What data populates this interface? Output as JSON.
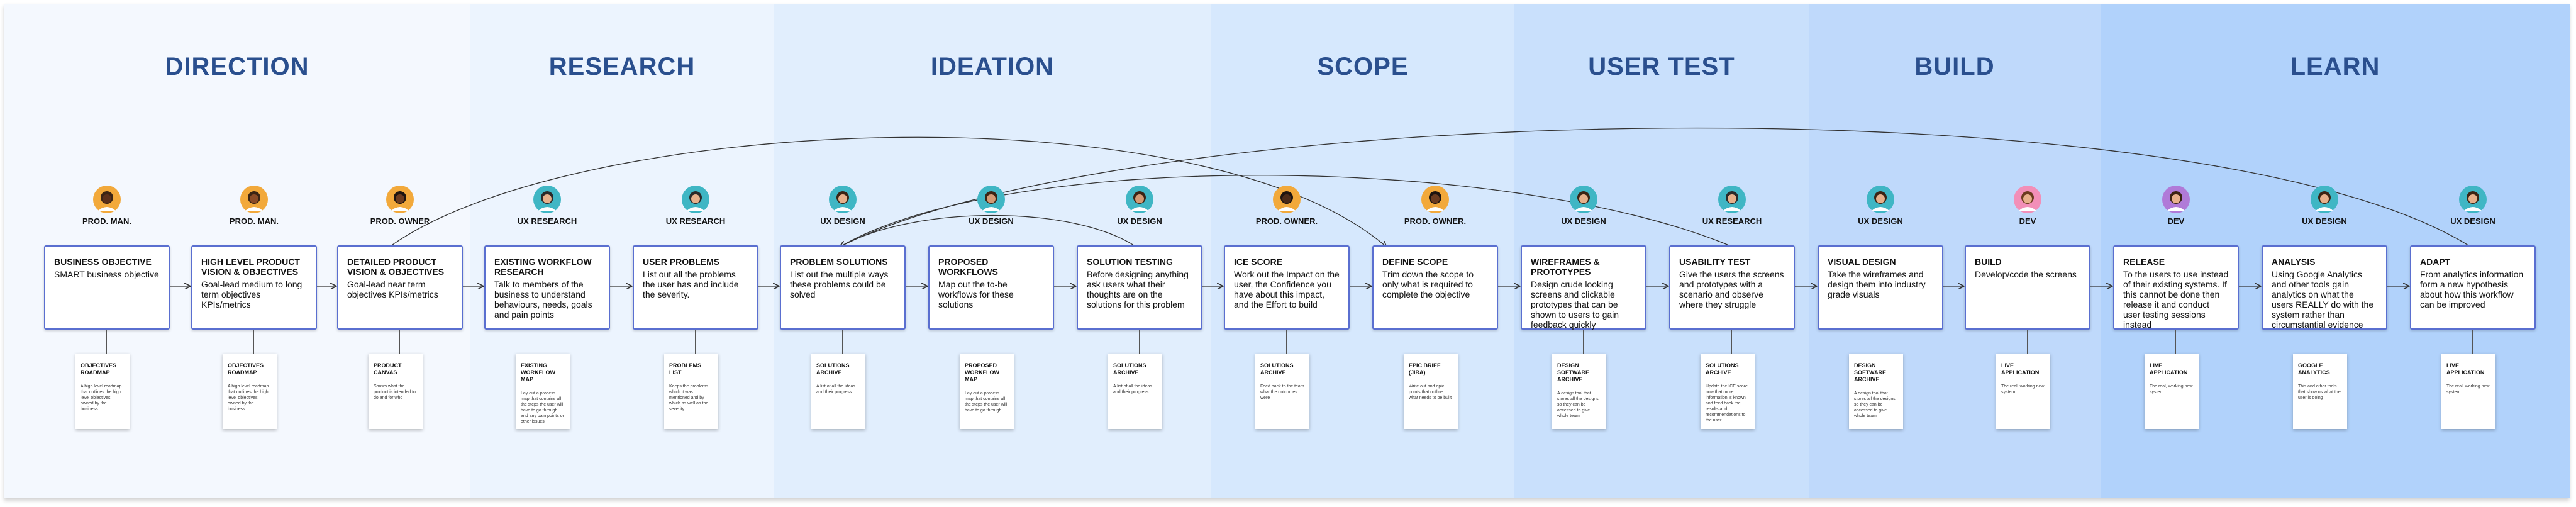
{
  "phases": [
    {
      "label": "DIRECTION",
      "bg": "#f4f8fe"
    },
    {
      "label": "RESEARCH",
      "bg": "#ecf4fe"
    },
    {
      "label": "IDEATION",
      "bg": "#e1eefd"
    },
    {
      "label": "SCOPE",
      "bg": "#d6e8fd"
    },
    {
      "label": "USER TEST",
      "bg": "#c9e0fc"
    },
    {
      "label": "BUILD",
      "bg": "#bfd9fb"
    },
    {
      "label": "LEARN",
      "bg": "#b1d2fb"
    }
  ],
  "steps": [
    {
      "role": "PROD. MAN.",
      "avatar": "avatar-orange-headwrap",
      "title": "BUSINESS OBJECTIVE",
      "text": "SMART business objective",
      "artifact_title": "Objectives Roadmap",
      "artifact_desc": "A high level roadmap that outlines the high level objectives owned by the business"
    },
    {
      "role": "PROD. MAN.",
      "avatar": "avatar-orange-beard",
      "title": "HIGH LEVEL PRODUCT VISION & OBJECTIVES",
      "text": "Goal-lead medium to long term objectives KPIs/metrics",
      "artifact_title": "Objectives Roadmap",
      "artifact_desc": "A high level roadmap that outlines the high level objectives owned by the business"
    },
    {
      "role": "PROD. OWNER",
      "avatar": "avatar-orange-curly",
      "title": "DETAILED PRODUCT VISION & OBJECTIVES",
      "text": "Goal-lead near term objectives KPIs/metrics",
      "artifact_title": "Product canvas",
      "artifact_desc": "Shows what the product is intended to do and for who"
    },
    {
      "role": "UX RESEARCH",
      "avatar": "avatar-teal-woman",
      "title": "EXISTING WORKFLOW RESEARCH",
      "text": "Talk to members of the business to understand behaviours, needs, goals and pain points",
      "artifact_title": "EXISTING WORKFLOW MAP",
      "artifact_desc": "Lay out a process map that contains all the steps the user will have to go through and any pain points or other issues"
    },
    {
      "role": "UX RESEARCH",
      "avatar": "avatar-teal-woman",
      "title": "USER PROBLEMS",
      "text": "List out all the problems the user has and include the severity.",
      "artifact_title": "PROBLEMS LIST",
      "artifact_desc": "Keeps the problems which it was mentioned and by which as well as the severity"
    },
    {
      "role": "UX DESIGN",
      "avatar": "avatar-teal-man",
      "title": "PROBLEM SOLUTIONS",
      "text": "List out the multiple ways these problems could be solved",
      "artifact_title": "SOLUTIONS ARCHIVE",
      "artifact_desc": "A list of all the ideas and their progress"
    },
    {
      "role": "UX DESIGN",
      "avatar": "avatar-teal-beard",
      "title": "PROPOSED WORKFLOWS",
      "text": "Map out the to-be workflows for these solutions",
      "artifact_title": "PROPOSED WORKFLOW MAP",
      "artifact_desc": "Lay out a process map that contains all the steps the user will have to go through"
    },
    {
      "role": "UX DESIGN",
      "avatar": "avatar-teal-beard",
      "title": "SOLUTION TESTING",
      "text": "Before designing anything ask users what their thoughts are on the solutions for this problem",
      "artifact_title": "SOLUTIONS ARCHIVE",
      "artifact_desc": "A list of all the ideas and their progress"
    },
    {
      "role": "PROD. OWNER.",
      "avatar": "avatar-orange-curly2",
      "title": "ICE SCORE",
      "text": "Work out the Impact on the user, the Confidence you have about this impact, and the Effort to build",
      "artifact_title": "SOLUTIONS ARCHIVE",
      "artifact_desc": "Feed back to the team what the outcomes were"
    },
    {
      "role": "PROD. OWNER.",
      "avatar": "avatar-orange-curly",
      "title": "DEFINE SCOPE",
      "text": "Trim down the scope to only what is required to complete the objective",
      "artifact_title": "EPIC BRIEF (JIRA)",
      "artifact_desc": "Write out and epic points that outline what needs to be built"
    },
    {
      "role": "UX DESIGN",
      "avatar": "avatar-teal-man",
      "title": "WIREFRAMES & PROTOTYPES",
      "text": "Design crude looking screens and clickable prototypes that can be shown to users to gain feedback quickly",
      "artifact_title": "DESIGN SOFTWARE ARCHIVE",
      "artifact_desc": "A design tool that stores all the designs so they can be accessed to give whole team"
    },
    {
      "role": "UX RESEARCH",
      "avatar": "avatar-teal-woman",
      "title": "USABILITY TEST",
      "text": "Give the users the screens and prototypes with a scenario and observe where they struggle",
      "artifact_title": "SOLUTIONS ARCHIVE",
      "artifact_desc": "Update the ICE score now that more information is known and feed back the results and recommendations to the user"
    },
    {
      "role": "UX DESIGN",
      "avatar": "avatar-teal-man",
      "title": "VISUAL DESIGN",
      "text": "Take the wireframes and design them into industry grade visuals",
      "artifact_title": "DESIGN SOFTWARE ARCHIVE",
      "artifact_desc": "A design tool that stores all the designs so they can be accessed to give whole team"
    },
    {
      "role": "DEV",
      "avatar": "avatar-pink-woman",
      "title": "BUILD",
      "text": "Develop/code the screens",
      "artifact_title": "LIVE APPLICATION",
      "artifact_desc": "The real, working new system"
    },
    {
      "role": "DEV",
      "avatar": "avatar-purple-woman",
      "title": "RELEASE",
      "text": "To the users to use instead of their existing systems. If this cannot be done then release it and conduct user testing sessions instead",
      "artifact_title": "LIVE APPLICATION",
      "artifact_desc": "The real, working new system"
    },
    {
      "role": "UX DESIGN",
      "avatar": "avatar-teal-man",
      "title": "ANALYSIS",
      "text": "Using Google Analytics and other tools gain analytics on what the users REALLY do with the system rather than circumstantial evidence",
      "artifact_title": "GOOGLE ANALYTICS",
      "artifact_desc": "This and other tools that show us what the user is doing"
    },
    {
      "role": "UX DESIGN",
      "avatar": "avatar-teal-man",
      "title": "ADAPT",
      "text": "From analytics information form a new hypothesis about how this workflow can be improved",
      "artifact_title": "LIVE APPLICATION",
      "artifact_desc": "The real, working new system"
    }
  ],
  "colors": {
    "card_border": "#5a6fd0",
    "phase_title": "#2a4f8e",
    "connector": "#333333"
  }
}
